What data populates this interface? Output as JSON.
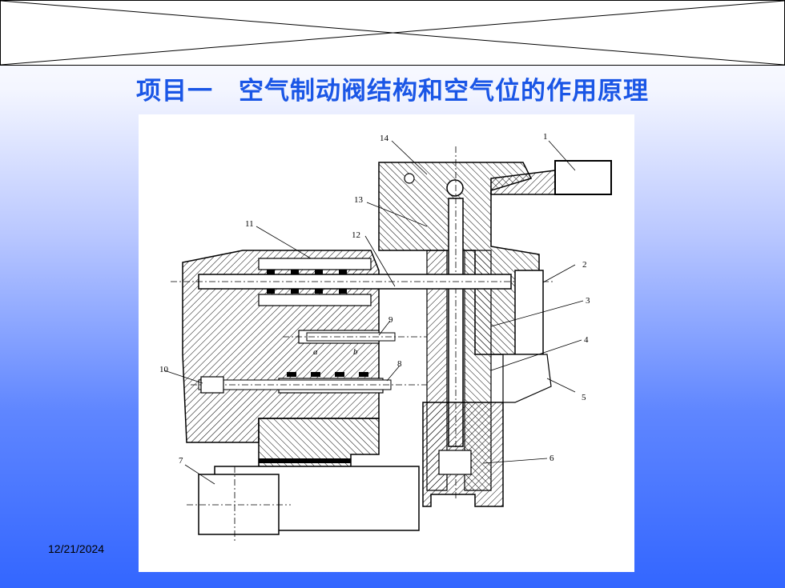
{
  "slide": {
    "title": "项目一　空气制动阀结构和空气位的作用原理",
    "date": "12/21/2024"
  },
  "figure": {
    "part_labels": [
      "1",
      "2",
      "3",
      "4",
      "5",
      "6",
      "7",
      "8",
      "9",
      "10",
      "11",
      "12",
      "13",
      "14"
    ],
    "inline_labels": [
      "a",
      "b"
    ]
  },
  "colors": {
    "title": "#1a56e6",
    "background_bottom": "#3366ff"
  }
}
